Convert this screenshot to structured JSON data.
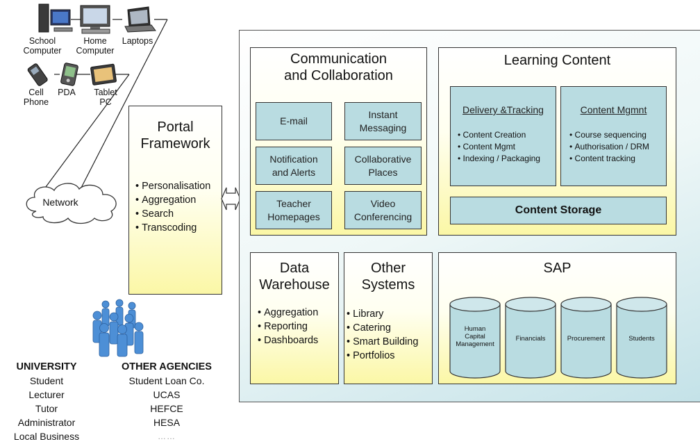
{
  "devices": {
    "school_computer": "School\nComputer",
    "home_computer": "Home\nComputer",
    "laptops": "Laptops",
    "cell_phone": "Cell\nPhone",
    "pda": "PDA",
    "tablet_pc": "Tablet\nPC"
  },
  "network": {
    "label": "Network"
  },
  "portal": {
    "title": "Portal\nFramework",
    "items": [
      "Personalisation",
      "Aggregation",
      "Search",
      "Transcoding"
    ]
  },
  "communication": {
    "title": "Communication\nand Collaboration",
    "cells": [
      "E-mail",
      "Instant\nMessaging",
      "Notification\nand Alerts",
      "Collaborative\nPlaces",
      "Teacher\nHomepages",
      "Video\nConferencing"
    ]
  },
  "learning": {
    "title": "Learning Content",
    "delivery": {
      "title": "Delivery &Tracking",
      "items": [
        "Content Creation",
        "Content Mgmt",
        "Indexing / Packaging"
      ]
    },
    "mgmt": {
      "title": "Content Mgmnt",
      "items": [
        "Course sequencing",
        "Authorisation / DRM",
        "Content tracking"
      ]
    },
    "storage": "Content Storage"
  },
  "warehouse": {
    "title": "Data\nWarehouse",
    "items": [
      "Aggregation",
      "Reporting",
      "Dashboards"
    ]
  },
  "other_systems": {
    "title": "Other\nSystems",
    "items": [
      "Library",
      "Catering",
      "Smart Building",
      "Portfolios"
    ]
  },
  "sap": {
    "title": "SAP",
    "cylinders": [
      "Human\nCapital\nManagement",
      "Financials",
      "Procurement",
      "Students"
    ]
  },
  "university": {
    "heading": "UNIVERSITY",
    "members": [
      "Student",
      "Lecturer",
      "Tutor",
      "Administrator",
      "Local Business"
    ]
  },
  "agencies": {
    "heading": "OTHER AGENCIES",
    "members": [
      "Student Loan Co.",
      "UCAS",
      "HEFCE",
      "HESA"
    ],
    "more": "……"
  },
  "colors": {
    "teal_box": "#b9dce1",
    "yellow_gradient_end": "#fbf7a6",
    "panel_gradient_end": "#c4e2e8",
    "people_blue": "#4d8fd6"
  }
}
